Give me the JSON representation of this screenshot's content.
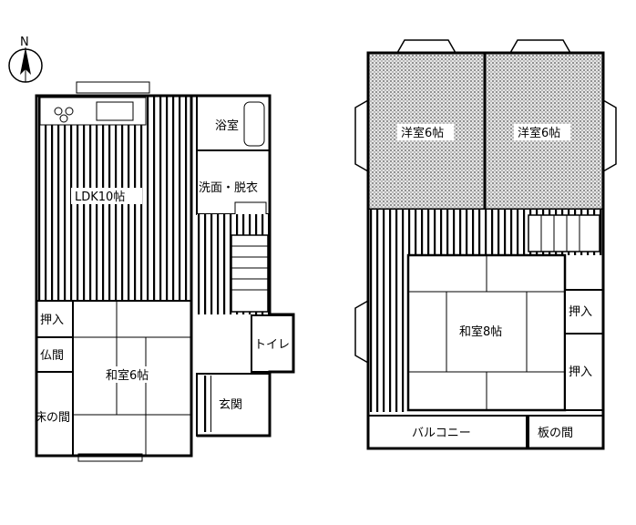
{
  "compass": {
    "north_label": "N"
  },
  "floor1": {
    "ldk": "LDK10帖",
    "bath": "浴室",
    "washroom": "洗面・脱衣",
    "storage": "押入",
    "altar": "仏間",
    "alcove": "床の間",
    "washitsu": "和室6帖",
    "toilet": "トイレ",
    "entrance": "玄関"
  },
  "floor2": {
    "western_left": "洋室6帖",
    "western_right": "洋室6帖",
    "washitsu": "和室8帖",
    "storage_top": "押入",
    "storage_bottom": "押入",
    "balcony": "バルコニー",
    "wood_alcove": "板の間"
  },
  "colors": {
    "wall": "#000000",
    "dotted_floor": "#8a8a8a",
    "background": "#ffffff"
  }
}
